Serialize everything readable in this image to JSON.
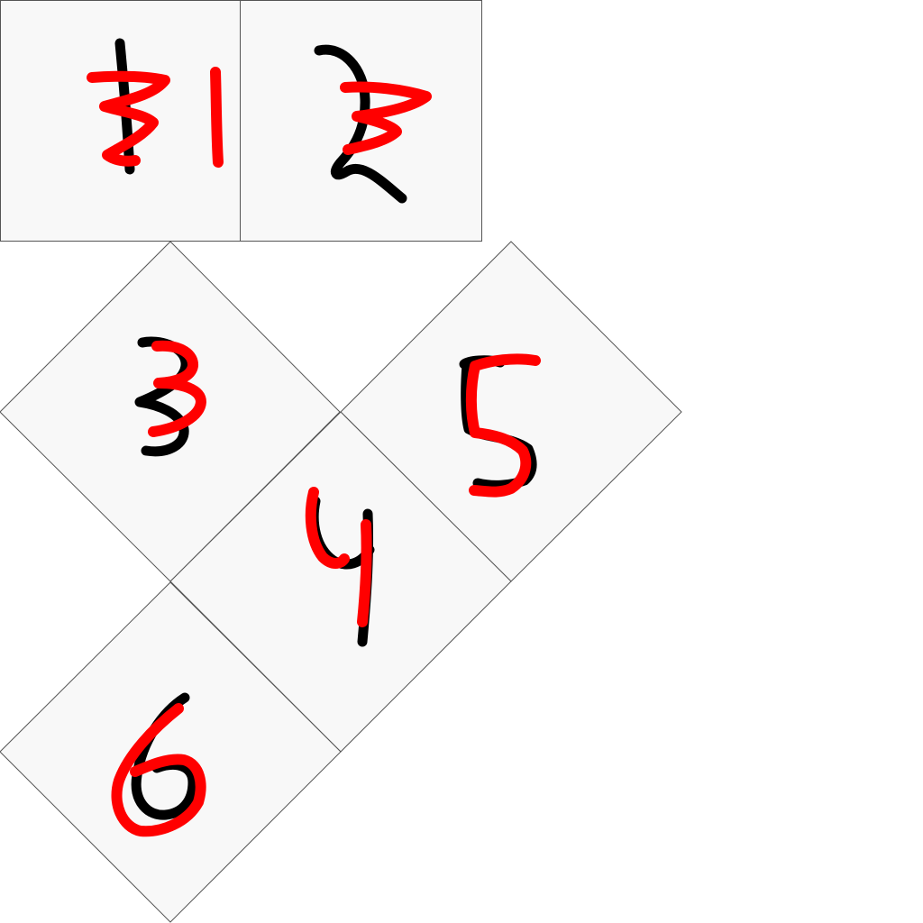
{
  "board": {
    "tiles": [
      {
        "id": "tile-1",
        "black_digit": "1",
        "red_digit": "31"
      },
      {
        "id": "tile-2",
        "black_digit": "2",
        "red_digit": "3"
      },
      {
        "id": "tile-3",
        "black_digit": "3",
        "red_digit": "3"
      },
      {
        "id": "tile-4",
        "black_digit": "4",
        "red_digit": "4"
      },
      {
        "id": "tile-5",
        "black_digit": "5",
        "red_digit": "5"
      },
      {
        "id": "tile-6",
        "black_digit": "6",
        "red_digit": "6"
      }
    ],
    "colors": {
      "background": "#ffffff",
      "tile_fill": "#f8f8f8",
      "tile_border": "#555555",
      "black_ink": "#000000",
      "red_ink": "#ff0000"
    }
  }
}
